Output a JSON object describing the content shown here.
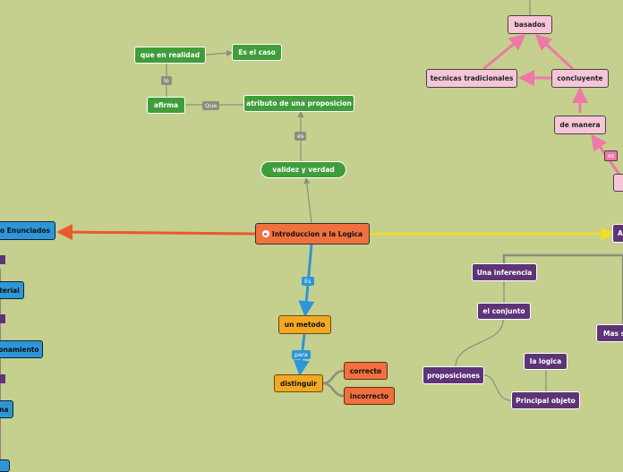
{
  "main_topic": "Introduccion a la Logica",
  "nodes": {
    "validez_y_verdad": "validez y verdad",
    "atributo": "atributo de una proposicion",
    "afirma": "afirma",
    "que_en_realidad": "que en realidad",
    "es_el_caso": "Es el caso",
    "basados": "basados",
    "tecnicas_tradicionales": "tecnicas tradicionales",
    "concluyente": "concluyente",
    "de_manera": "de manera",
    "un_metodo": "un metodo",
    "distinguir": "distinguir",
    "correcto": "correcto",
    "incorrecto": "incorrecto",
    "una_inferencia": "Una inferencia",
    "el_conjunto": "el conjunto",
    "proposiciones": "proposiciones",
    "la_logica": "la logica",
    "principal_objeto": "Principal objeto",
    "mas_s": "Mas s",
    "o_enunciados": "o Enunciados",
    "terial": "terial",
    "onamiento": "onamiento",
    "na": "na",
    "a_right": "A"
  },
  "labels": {
    "es_validez": "es",
    "que": "Que",
    "lo": "lo",
    "es_main": "Es",
    "para": "para",
    "es_pink": "es"
  }
}
